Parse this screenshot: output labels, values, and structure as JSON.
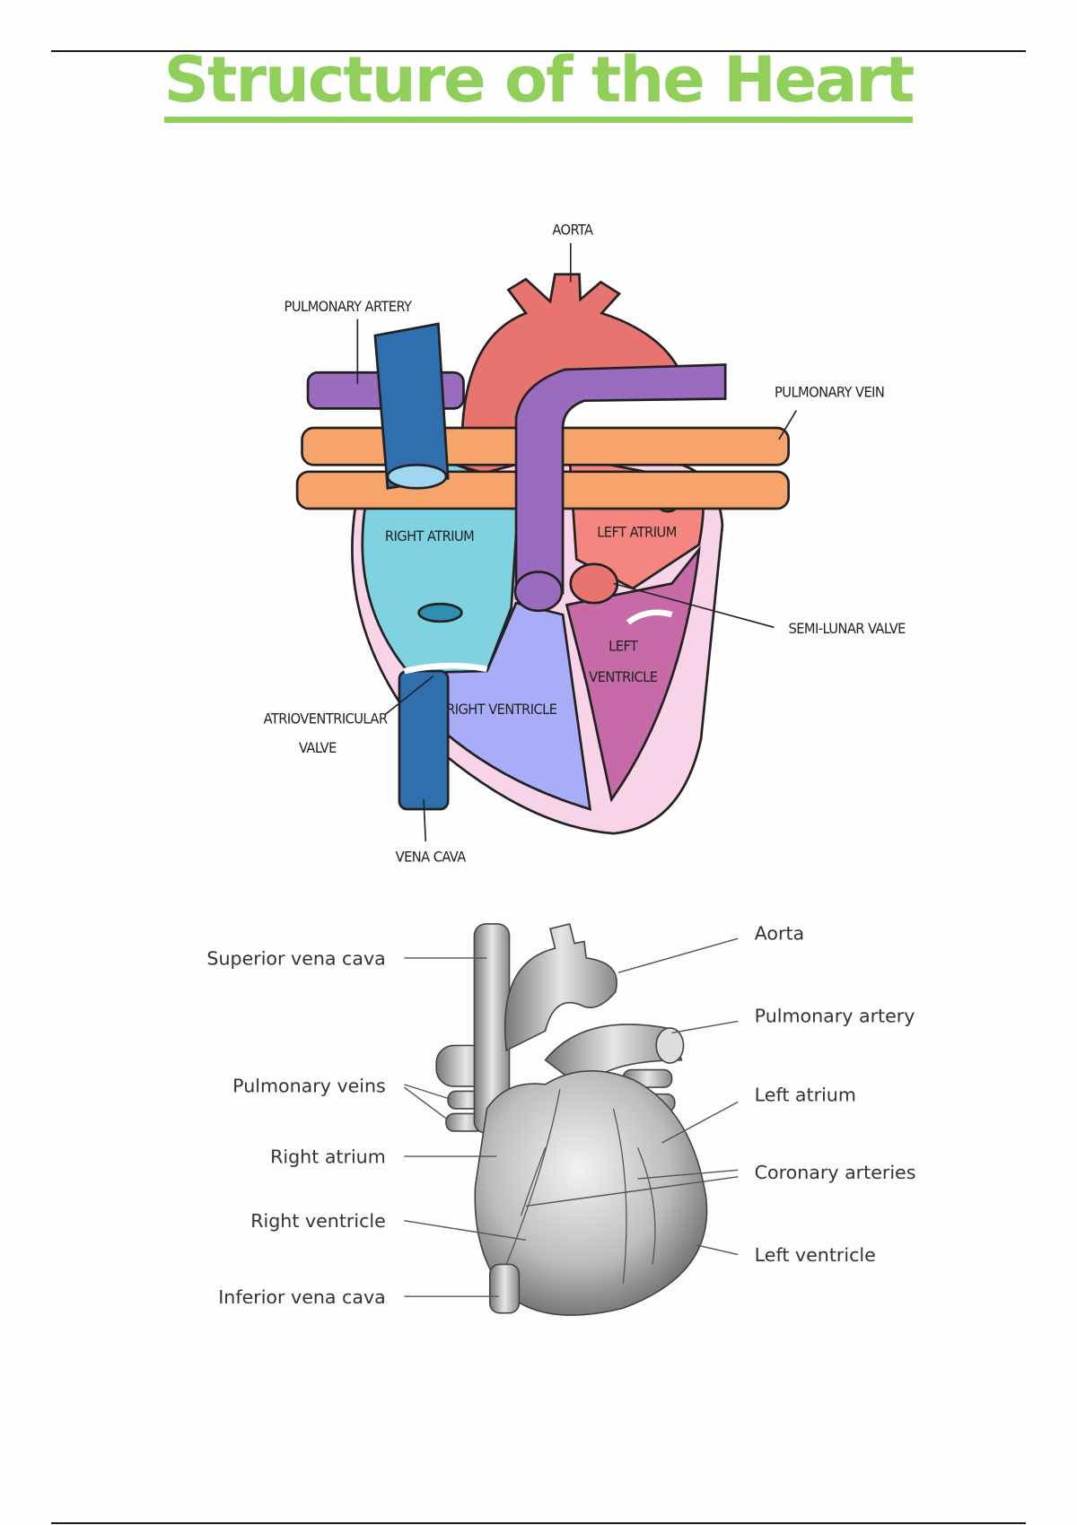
{
  "title": "Structure of the Heart",
  "diagram_1": {
    "labels": {
      "aorta": "AORTA",
      "pulmonary_artery": "PULMONARY ARTERY",
      "pulmonary_vein": "PULMONARY VEIN",
      "right_atrium": "RIGHT ATRIUM",
      "left_atrium": "LEFT ATRIUM",
      "semi_lunar_valve": "SEMI-LUNAR VALVE",
      "left_ventricle_1": "LEFT",
      "left_ventricle_2": "VENTRICLE",
      "right_ventricle": "RIGHT VENTRICLE",
      "av_valve_1": "ATRIOVENTRICULAR",
      "av_valve_2": "VALVE",
      "vena_cava": "VENA CAVA"
    },
    "colors": {
      "right_atrium": "#7fd3e0",
      "left_atrium": "#f4867f",
      "aorta": "#e8746f",
      "right_ventricle": "#a9acf8",
      "left_ventricle": "#c76aa8",
      "pulmonary_artery": "#9b6bc0",
      "pulmonary_vein": "#f6a46a",
      "vena_cava": "#2f6fb0",
      "wall": "#f9d3e8"
    }
  },
  "diagram_2": {
    "left_labels": [
      "Superior vena cava",
      "Pulmonary veins",
      "Right atrium",
      "Right ventricle",
      "Inferior vena cava"
    ],
    "right_labels": [
      "Aorta",
      "Pulmonary artery",
      "Left atrium",
      "Coronary arteries",
      "Left ventricle"
    ]
  }
}
